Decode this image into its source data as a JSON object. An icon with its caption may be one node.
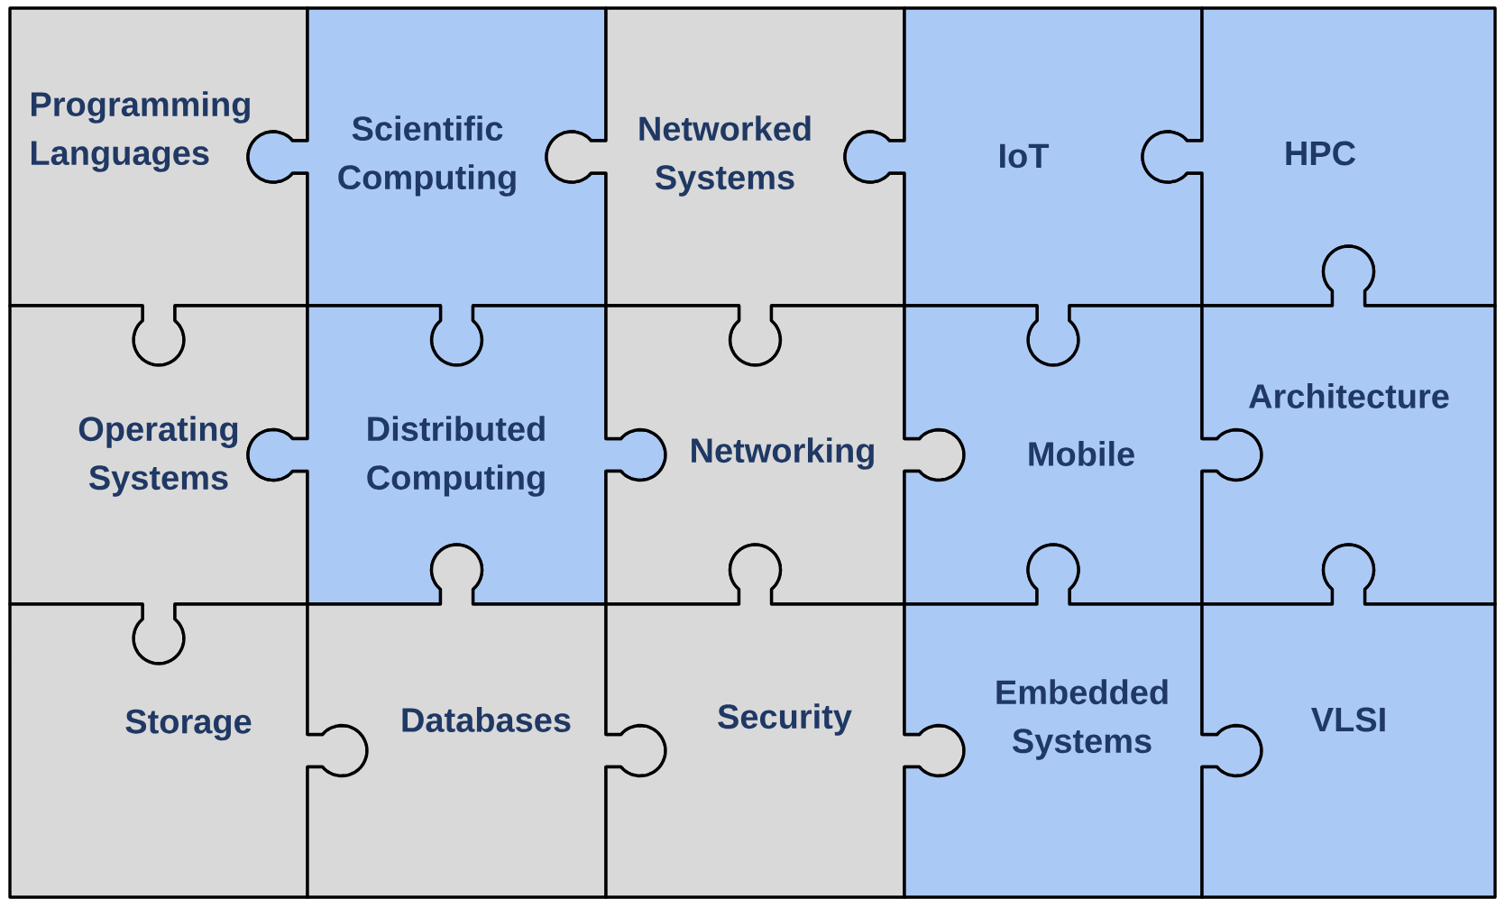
{
  "diagram": {
    "nodes": [
      {
        "text": [
          "Programming Languages"
        ]
      },
      {
        "text": [
          "Scientific Computing"
        ]
      },
      {
        "text": [
          "Networked Systems"
        ]
      },
      {
        "text": [
          "IoT"
        ]
      },
      {
        "text": [
          "HPC"
        ]
      },
      {
        "text": [
          "Operating Systems"
        ]
      },
      {
        "text": [
          "Distributed Computing"
        ]
      },
      {
        "text": [
          "Networking"
        ]
      },
      {
        "text": [
          "Mobile"
        ]
      },
      {
        "text": [
          "Architecture"
        ]
      },
      {
        "text": [
          "Storage"
        ]
      },
      {
        "text": [
          "Databases"
        ]
      },
      {
        "text": [
          "Security"
        ]
      },
      {
        "text": [
          "Embedded Systems"
        ]
      },
      {
        "text": [
          "VLSI"
        ]
      }
    ]
  }
}
